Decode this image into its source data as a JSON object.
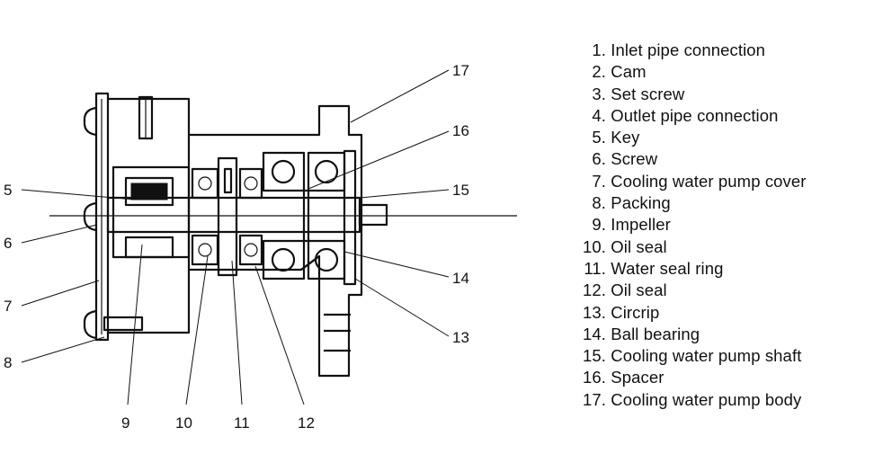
{
  "callouts": [
    "5",
    "6",
    "7",
    "8",
    "9",
    "10",
    "11",
    "12",
    "13",
    "14",
    "15",
    "16",
    "17"
  ],
  "legend": [
    {
      "num": "1.",
      "label": "Inlet pipe connection"
    },
    {
      "num": "2.",
      "label": "Cam"
    },
    {
      "num": "3.",
      "label": "Set screw"
    },
    {
      "num": "4.",
      "label": "Outlet pipe connection"
    },
    {
      "num": "5.",
      "label": "Key"
    },
    {
      "num": "6.",
      "label": "Screw"
    },
    {
      "num": "7.",
      "label": "Cooling water pump cover"
    },
    {
      "num": "8.",
      "label": "Packing"
    },
    {
      "num": "9.",
      "label": "Impeller"
    },
    {
      "num": "10.",
      "label": "Oil seal"
    },
    {
      "num": "11.",
      "label": "Water seal ring"
    },
    {
      "num": "12.",
      "label": "Oil seal"
    },
    {
      "num": "13.",
      "label": "Circrip"
    },
    {
      "num": "14.",
      "label": "Ball bearing"
    },
    {
      "num": "15.",
      "label": "Cooling water pump shaft"
    },
    {
      "num": "16.",
      "label": "Spacer"
    },
    {
      "num": "17.",
      "label": "Cooling water pump body"
    }
  ]
}
